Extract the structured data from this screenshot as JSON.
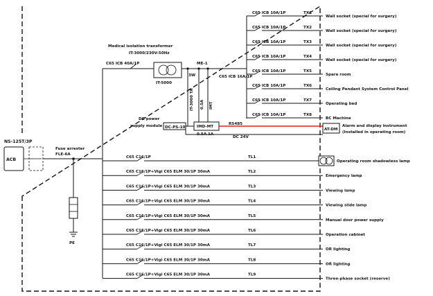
{
  "incoming": {
    "breaker_label": "NS-125T/3P",
    "device_label": "ACB",
    "arrester_label_1": "Fuse arrester",
    "arrester_label_2": "FLE-6A",
    "ground_label": "PE"
  },
  "transformer": {
    "title": "Medical isolation transformer",
    "model": "IT-3000/230V-50Hz",
    "breaker": "C65 ICB 40A/1P",
    "tag": "IT-5000"
  },
  "insulation_monitor": {
    "tag": "ME-1",
    "breaker": "C65 ICB 16A/1P",
    "monitor_tag": "IMD-MT",
    "mid_labels": [
      "3W",
      "0.5A",
      "1A"
    ],
    "vertical_labels": [
      "IT-3000 TA",
      "0.5A",
      "IMT"
    ]
  },
  "dc_power": {
    "label_1": "DC power",
    "label_2": "supply module",
    "tag": "DC-PS-10",
    "bus_label": "DC 24V",
    "signal_label": "RS485"
  },
  "alarm_display": {
    "tag": "AT-DM",
    "text_1": "Alarm and display instrument",
    "text_2": "(Installed in operating room)"
  },
  "it_branches": [
    {
      "breaker": "C65 ICB 10A/1P",
      "id": "TX1",
      "load": "Wall socket (special for surgery)"
    },
    {
      "breaker": "C65 ICB 10A/1P",
      "id": "TX2",
      "load": "Wall socket (special for surgery)"
    },
    {
      "breaker": "C65 ICB 10A/1P",
      "id": "TX3",
      "load": "Wall socket (special for surgery)"
    },
    {
      "breaker": "C65 ICB 10A/1P",
      "id": "TX4",
      "load": "Wall socket (special for surgery)"
    },
    {
      "breaker": "C65 ICB 10A/1P",
      "id": "TX5",
      "load": "Spare room"
    },
    {
      "breaker": "C65 ICB 10A/1P",
      "id": "TX6",
      "load": "Ceiling Pendant System Control Panel"
    },
    {
      "breaker": "C65 ICB 10A/1P",
      "id": "TX7",
      "load": "Operating bed"
    },
    {
      "breaker": "C65 ICB 10A/1P",
      "id": "TX8",
      "load": "BC Machine"
    }
  ],
  "tn_branches": [
    {
      "breaker": "C65 C16/1P",
      "id": "TL1",
      "load": "Operating room shadowless lamp"
    },
    {
      "breaker": "C65 C16/1P+Vigi C65 ELM 30/1P 30mA",
      "id": "TL2",
      "load": "Emergency lamp"
    },
    {
      "breaker": "C65 C16/1P+Vigi C65 ELM 30/1P 30mA",
      "id": "TL3",
      "load": "Viewing lamp"
    },
    {
      "breaker": "C65 C16/1P+Vigi C65 ELM 30/1P 30mA",
      "id": "TL4",
      "load": "Viewing slide lamp"
    },
    {
      "breaker": "C65 C16/1P+Vigi C65 ELM 30/1P 30mA",
      "id": "TL5",
      "load": "Manual door power supply"
    },
    {
      "breaker": "C65 C16/1P+Vigi C65 ELM 30/1P 30mA",
      "id": "TL6",
      "load": "Operation cabinet"
    },
    {
      "breaker": "C65 C16/1P+Vigi C65 ELM 30/1P 30mA",
      "id": "TL7",
      "load": "OR lighting"
    },
    {
      "breaker": "C65 C16/1P+Vigi C65 ELM 30/1P 30mA",
      "id": "TL8",
      "load": "OR lighting"
    },
    {
      "breaker": "C65 C16/1P+Vigi C65 ELM 30/1P 30mA",
      "id": "TL9",
      "load": "Three-phase socket (reserve)"
    }
  ],
  "colors": {
    "line": "#111111",
    "alarm_bus": "#e0201a",
    "background": "#ffffff"
  }
}
